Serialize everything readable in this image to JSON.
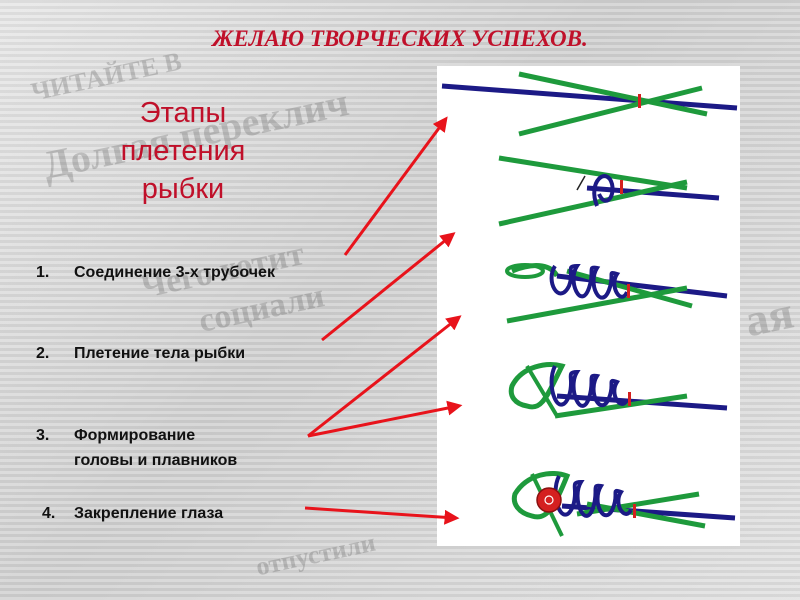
{
  "header": {
    "title": "ЖЕЛАЮ ТВОРЧЕСКИХ УСПЕХОВ."
  },
  "subtitle": {
    "lines": [
      "Этапы",
      "плетения",
      "рыбки"
    ]
  },
  "steps": [
    {
      "number": "1.",
      "label": "Соединение 3-х  трубочек"
    },
    {
      "number": "2.",
      "label": "Плетение тела рыбки"
    },
    {
      "number": "3.",
      "label": "Формирование",
      "label2": "головы и плавников"
    },
    {
      "number": "4.",
      "label": "Закрепление глаза"
    }
  ],
  "colors": {
    "title": "#c0102a",
    "arrow": "#e8131b",
    "tube_green": "#1e9a3c",
    "tube_blue": "#1c1a86",
    "mark": "#d42020"
  },
  "background_newspaper": [
    "Долгая переклич",
    "ЧИТАЙТЕ В",
    "Чего хотит",
    "социали",
    "отпустили",
    "ая"
  ]
}
